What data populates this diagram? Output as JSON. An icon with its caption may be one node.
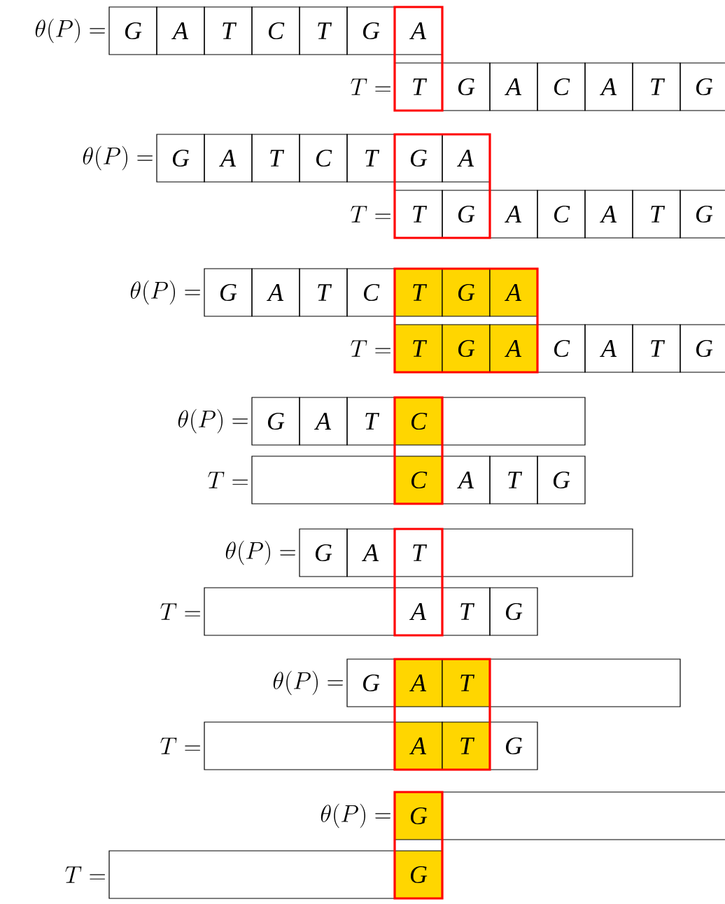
{
  "diagram": {
    "nodes": [
      {
        "text": [],
        "shape": "box"
      },
      {
        "text": [
          "G"
        ]
      },
      {
        "text": [
          "A"
        ]
      },
      {
        "text": [
          "T"
        ]
      },
      {
        "text": [
          "C"
        ]
      },
      {
        "text": [
          "T"
        ]
      },
      {
        "text": [
          "G"
        ]
      },
      {
        "text": [
          "A"
        ],
        "in": 0
      },
      {
        "text": [
          "T"
        ],
        "in": 0
      },
      {
        "text": [
          "G"
        ]
      },
      {
        "text": [
          "A"
        ]
      },
      {
        "text": [
          "C"
        ]
      },
      {
        "text": [
          "A"
        ]
      },
      {
        "text": [
          "T"
        ]
      },
      {
        "text": [
          "G"
        ]
      },
      {
        "text": [],
        "shape": "box"
      },
      {
        "text": [
          "G"
        ]
      },
      {
        "text": [
          "A"
        ]
      },
      {
        "text": [
          "T"
        ]
      },
      {
        "text": [
          "C"
        ]
      },
      {
        "text": [
          "T"
        ]
      },
      {
        "text": [
          "G"
        ],
        "in": 15
      },
      {
        "text": [
          "A"
        ],
        "in": 15
      },
      {
        "text": [
          "T"
        ],
        "in": 15
      },
      {
        "text": [
          "G"
        ],
        "in": 15
      },
      {
        "text": [
          "A"
        ]
      },
      {
        "text": [
          "C"
        ]
      },
      {
        "text": [
          "A"
        ]
      },
      {
        "text": [
          "T"
        ]
      },
      {
        "text": [
          "G"
        ]
      },
      {
        "text": [],
        "shape": "box"
      },
      {
        "text": [
          "G"
        ]
      },
      {
        "text": [
          "A"
        ]
      },
      {
        "text": [
          "T"
        ]
      },
      {
        "text": [
          "C"
        ]
      },
      {
        "text": [
          "T"
        ],
        "in": 30
      },
      {
        "text": [
          "G"
        ],
        "in": 30
      },
      {
        "text": [
          "A"
        ],
        "in": 30
      },
      {
        "text": [
          "T"
        ],
        "in": 30
      },
      {
        "text": [
          "G"
        ],
        "in": 30
      },
      {
        "text": [
          "A"
        ],
        "in": 30
      },
      {
        "text": [
          "C"
        ]
      },
      {
        "text": [
          "A"
        ]
      },
      {
        "text": [
          "T"
        ]
      },
      {
        "text": [
          "G"
        ]
      },
      {
        "text": [],
        "shape": "box"
      },
      {
        "text": [
          "G"
        ]
      },
      {
        "text": [
          "A"
        ]
      },
      {
        "text": [
          "T"
        ]
      },
      {
        "text": [
          "C"
        ],
        "in": 45
      },
      {
        "text": [],
        "shape": "box"
      },
      {
        "text": [],
        "shape": "box"
      },
      {
        "text": [
          "C"
        ],
        "in": 45
      },
      {
        "text": [
          "A"
        ]
      },
      {
        "text": [
          "T"
        ]
      },
      {
        "text": [
          "G"
        ]
      },
      {
        "text": [],
        "shape": "box"
      },
      {
        "text": [
          "G"
        ]
      },
      {
        "text": [
          "A"
        ]
      },
      {
        "text": [
          "T"
        ],
        "in": 56
      },
      {
        "text": [],
        "shape": "box"
      },
      {
        "text": [],
        "shape": "box"
      },
      {
        "text": [
          "A"
        ],
        "in": 56
      },
      {
        "text": [
          "T"
        ]
      },
      {
        "text": [
          "G"
        ]
      },
      {
        "text": [],
        "shape": "box"
      },
      {
        "text": [
          "G"
        ]
      },
      {
        "text": [
          "A"
        ],
        "in": 65
      },
      {
        "text": [
          "T"
        ],
        "in": 65
      },
      {
        "text": [],
        "shape": "box"
      },
      {
        "text": [],
        "shape": "box"
      },
      {
        "text": [
          "A"
        ],
        "in": 65
      },
      {
        "text": [
          "T"
        ],
        "in": 65
      },
      {
        "text": [
          "G"
        ]
      },
      {
        "text": [],
        "shape": "box"
      },
      {
        "text": [
          "G"
        ],
        "in": 74
      },
      {
        "text": [],
        "shape": "box"
      },
      {
        "text": [],
        "shape": "box"
      },
      {
        "text": [
          "G"
        ],
        "in": 74
      }
    ],
    "labels": [
      "\\theta(P) =",
      "T =",
      "\\theta(P) =",
      "T =",
      "\\theta(P) =",
      "T =",
      "\\theta(P) =",
      "T =",
      "\\theta(P) =",
      "T =",
      "\\theta(P) =",
      "T =",
      "\\theta(P) =",
      "T ="
    ]
  }
}
